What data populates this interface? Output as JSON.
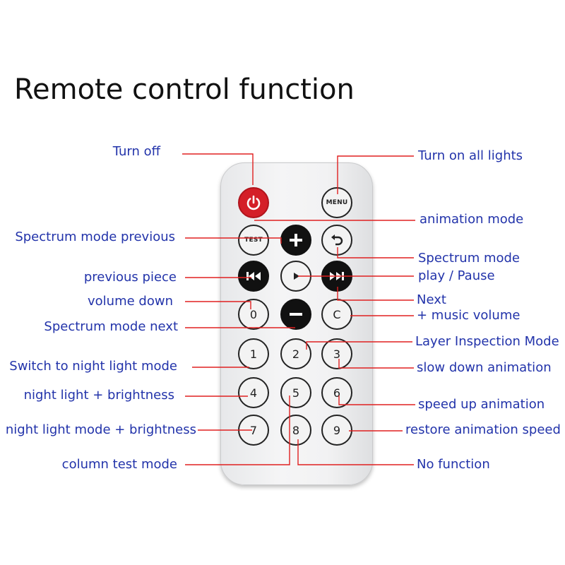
{
  "title": "Remote control function",
  "colors": {
    "label": "#2233aa",
    "line": "#e02020",
    "power": "#d41f28"
  },
  "remote": {
    "menu_label": "MENU",
    "test_label": "TEST",
    "c_label": "C",
    "digits": [
      "0",
      "1",
      "2",
      "3",
      "4",
      "5",
      "6",
      "7",
      "8",
      "9"
    ],
    "icons": [
      "power-icon",
      "plus-icon",
      "back-arrow-icon",
      "previous-icon",
      "play-icon",
      "next-icon",
      "minus-icon"
    ]
  },
  "labels": {
    "turn_off": "Turn off",
    "turn_on_all": "Turn on all lights",
    "animation_mode": "animation mode",
    "spectrum_prev": "Spectrum mode previous",
    "spectrum_mode": "Spectrum mode",
    "previous_piece": "previous piece",
    "play_pause": "play / Pause",
    "volume_down": "volume down",
    "next": "Next",
    "music_volume_up": "+ music volume",
    "spectrum_next": "Spectrum mode next",
    "layer_inspection": "Layer Inspection Mode",
    "night_light_mode": "Switch to night light mode",
    "slow_down": "slow down animation",
    "night_brightness_up": "night light + brightness",
    "speed_up": "speed up animation",
    "night_mode_brightness": "night light mode + brightness",
    "restore_speed": "restore animation speed",
    "column_test": "column test mode",
    "no_function": "No function"
  }
}
